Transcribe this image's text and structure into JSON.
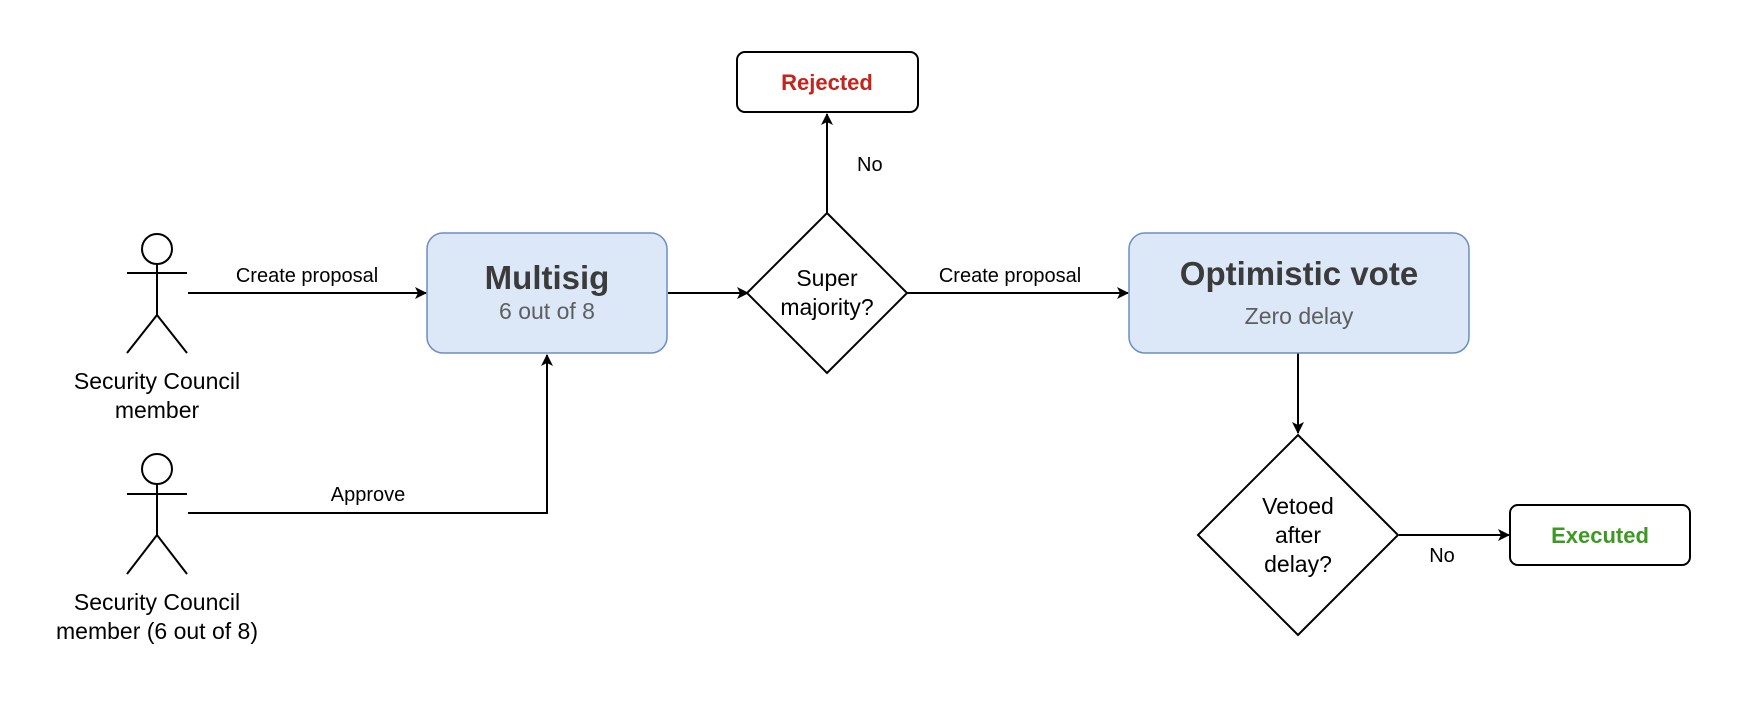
{
  "actors": {
    "member": {
      "line1": "Security Council",
      "line2": "member"
    },
    "approver": {
      "line1": "Security Council",
      "line2": "member (6 out of 8)"
    }
  },
  "process": {
    "multisig": {
      "title": "Multisig",
      "subtitle": "6 out of 8"
    },
    "optimistic": {
      "title": "Optimistic vote",
      "subtitle": "Zero delay"
    }
  },
  "decisions": {
    "super_majority": {
      "line1": "Super",
      "line2": "majority?"
    },
    "vetoed": {
      "line1": "Vetoed",
      "line2": "after",
      "line3": "delay?"
    }
  },
  "outcomes": {
    "rejected": {
      "label": "Rejected",
      "color": "#c0261d"
    },
    "executed": {
      "label": "Executed",
      "color": "#3c9a23"
    }
  },
  "edges": {
    "create_proposal_1": "Create proposal",
    "approve": "Approve",
    "no_rejected": "No",
    "create_proposal_2": "Create proposal",
    "no_executed": "No"
  },
  "colors": {
    "process_fill": "#dce8f8",
    "process_stroke": "#6c8ebf"
  }
}
